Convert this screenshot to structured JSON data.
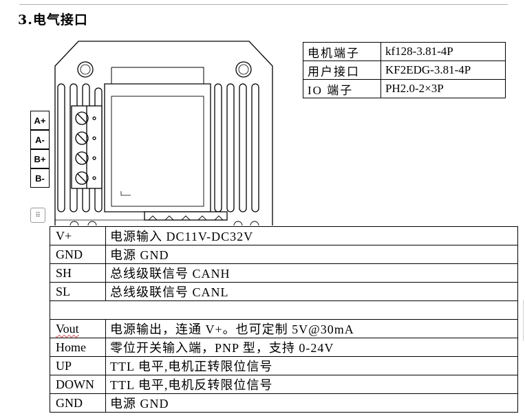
{
  "section": {
    "heading": "3.电气接口"
  },
  "connector_table": [
    {
      "key": "电机端子",
      "value": "kf128-3.81-4P"
    },
    {
      "key": "用户接口",
      "value": "KF2EDG-3.81-4P"
    },
    {
      "key": "IO 端子",
      "value": "PH2.0-2×3P"
    }
  ],
  "board_labels": [
    "A+",
    "A-",
    "B+",
    "B-"
  ],
  "grip_icon": "⠿",
  "pin_table": [
    {
      "key": "V+",
      "value": "电源输入 DC11V-DC32V"
    },
    {
      "key": "GND",
      "value": "电源 GND"
    },
    {
      "key": "SH",
      "value": "总线级联信号 CANH"
    },
    {
      "key": "SL",
      "value": "总线级联信号 CANL"
    },
    {
      "key": "",
      "value": ""
    },
    {
      "key": "Vout",
      "value": "电源输出，连通 V+。也可定制 5V@30mA"
    },
    {
      "key": "Home",
      "value": "零位开关输入端，PNP 型，支持 0-24V"
    },
    {
      "key": "UP",
      "value": "TTL 电平,电机正转限位信号"
    },
    {
      "key": "DOWN",
      "value": "TTL 电平,电机反转限位信号"
    },
    {
      "key": "GND",
      "value": "电源 GND"
    }
  ]
}
